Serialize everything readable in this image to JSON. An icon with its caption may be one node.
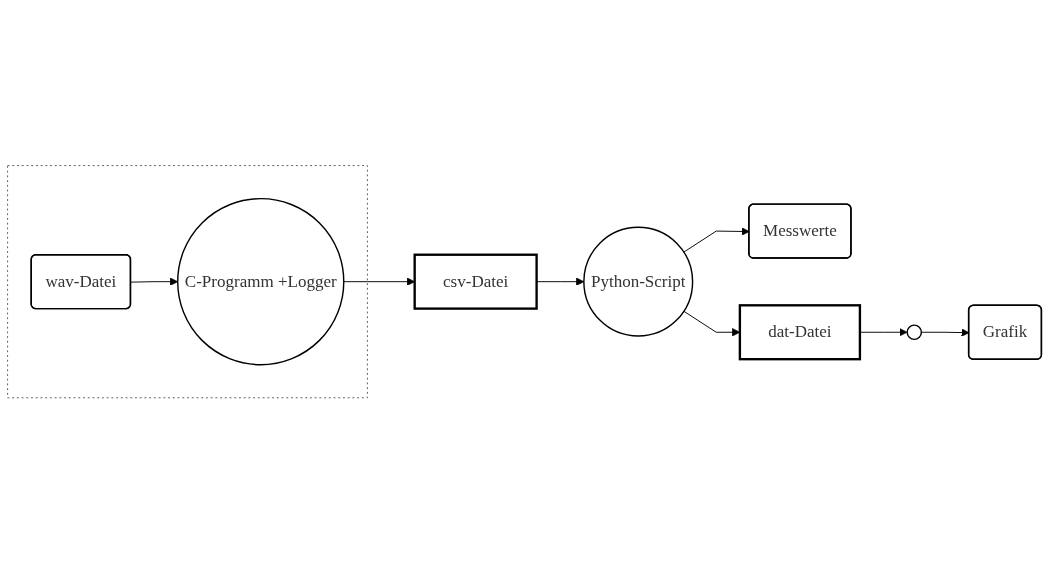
{
  "diagram": {
    "nodes": [
      {
        "text": [],
        "shape": "box"
      },
      {
        "text": [
          "wav-Datei"
        ],
        "in": 0
      },
      {
        "text": [
          "C-Programm +Logger"
        ],
        "in": 0
      },
      {
        "text": [
          "csv-Datei"
        ]
      },
      {
        "text": [
          "Python-Script"
        ]
      },
      {
        "text": [
          "Messwerte"
        ]
      },
      {
        "text": [
          "dat-Datei"
        ]
      },
      {
        "text": [],
        "shape": "circle"
      },
      {
        "text": [
          "Grafik"
        ]
      }
    ],
    "edges": [
      {
        "from": 1,
        "to": 2,
        "arrow": "to"
      },
      {
        "from": 2,
        "to": 3,
        "arrow": "to"
      },
      {
        "from": 3,
        "to": 4,
        "arrow": "to"
      },
      {
        "from": 4,
        "to": 5,
        "arrow": "to"
      },
      {
        "from": 4,
        "to": 6,
        "arrow": "to"
      },
      {
        "from": 6,
        "to": 7,
        "arrow": "to"
      },
      {
        "from": 7,
        "to": 8,
        "arrow": "to"
      }
    ]
  }
}
